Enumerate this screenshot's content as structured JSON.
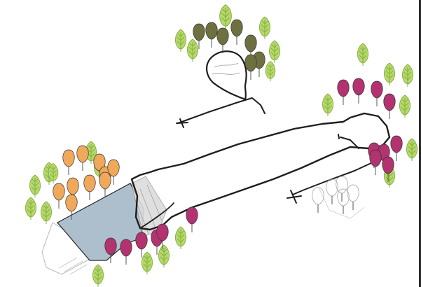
{
  "sketch": {
    "colors": {
      "ink": "#1e1e1e",
      "ground_pencil": "#9a9a9a",
      "water": "#a9bccb",
      "olive_balloon": "#6e7040",
      "orange_balloon": "#f0a85a",
      "magenta_balloon": "#b2336f",
      "tree_green": "#b5d96a",
      "tree_vein": "#86b040",
      "outline_balloon": "#b8b8b8"
    },
    "groups": [
      {
        "name": "olive-balloon-cluster",
        "kind": "balloon",
        "color": "olive_balloon",
        "count": 7
      },
      {
        "name": "orange-balloon-cluster",
        "kind": "balloon",
        "color": "orange_balloon",
        "count": 10
      },
      {
        "name": "magenta-balloon-cluster-right",
        "kind": "balloon",
        "color": "magenta_balloon",
        "count": 9
      },
      {
        "name": "magenta-balloon-cluster-bottom",
        "kind": "balloon",
        "color": "magenta_balloon",
        "count": 6
      },
      {
        "name": "outline-balloon-cluster",
        "kind": "balloon",
        "color": "outline_balloon",
        "count": 5
      },
      {
        "name": "tree-group-top",
        "kind": "tree",
        "color": "tree_green",
        "count": 6
      },
      {
        "name": "tree-group-right",
        "kind": "tree",
        "color": "tree_green",
        "count": 6
      },
      {
        "name": "tree-group-left",
        "kind": "tree",
        "color": "tree_green",
        "count": 7
      },
      {
        "name": "tree-group-bottom",
        "kind": "tree",
        "color": "tree_green",
        "count": 4
      }
    ]
  }
}
